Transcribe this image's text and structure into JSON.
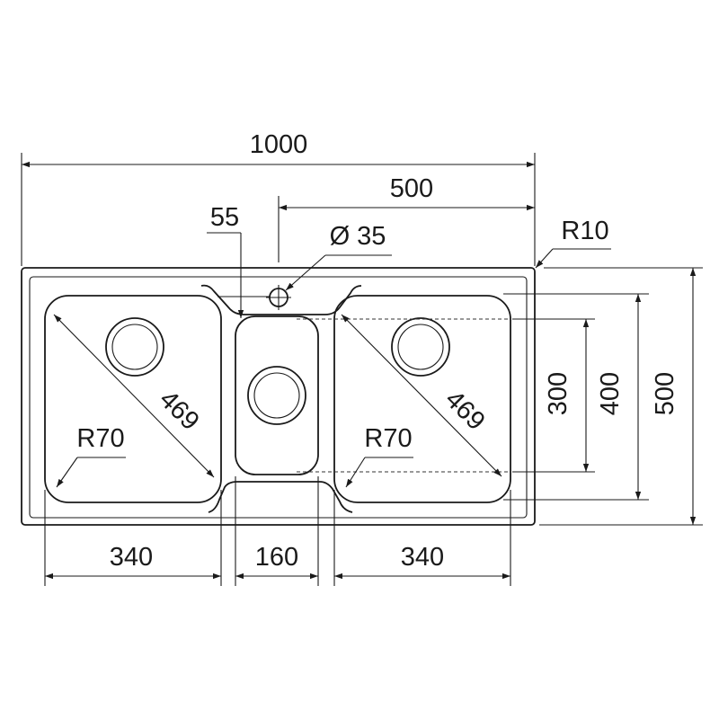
{
  "dimensions": {
    "overall_width": "1000",
    "half_width": "500",
    "offset_55": "55",
    "tap_hole": "Ø 35",
    "corner_outer": "R10",
    "diag_left": "469",
    "diag_right": "469",
    "radius_left": "R70",
    "radius_right": "R70",
    "bowl_left_width": "340",
    "bowl_mid_width": "160",
    "bowl_right_width": "340",
    "depth_300": "300",
    "depth_400": "400",
    "depth_500": "500"
  },
  "colors": {
    "line": "#1a1a1a"
  }
}
